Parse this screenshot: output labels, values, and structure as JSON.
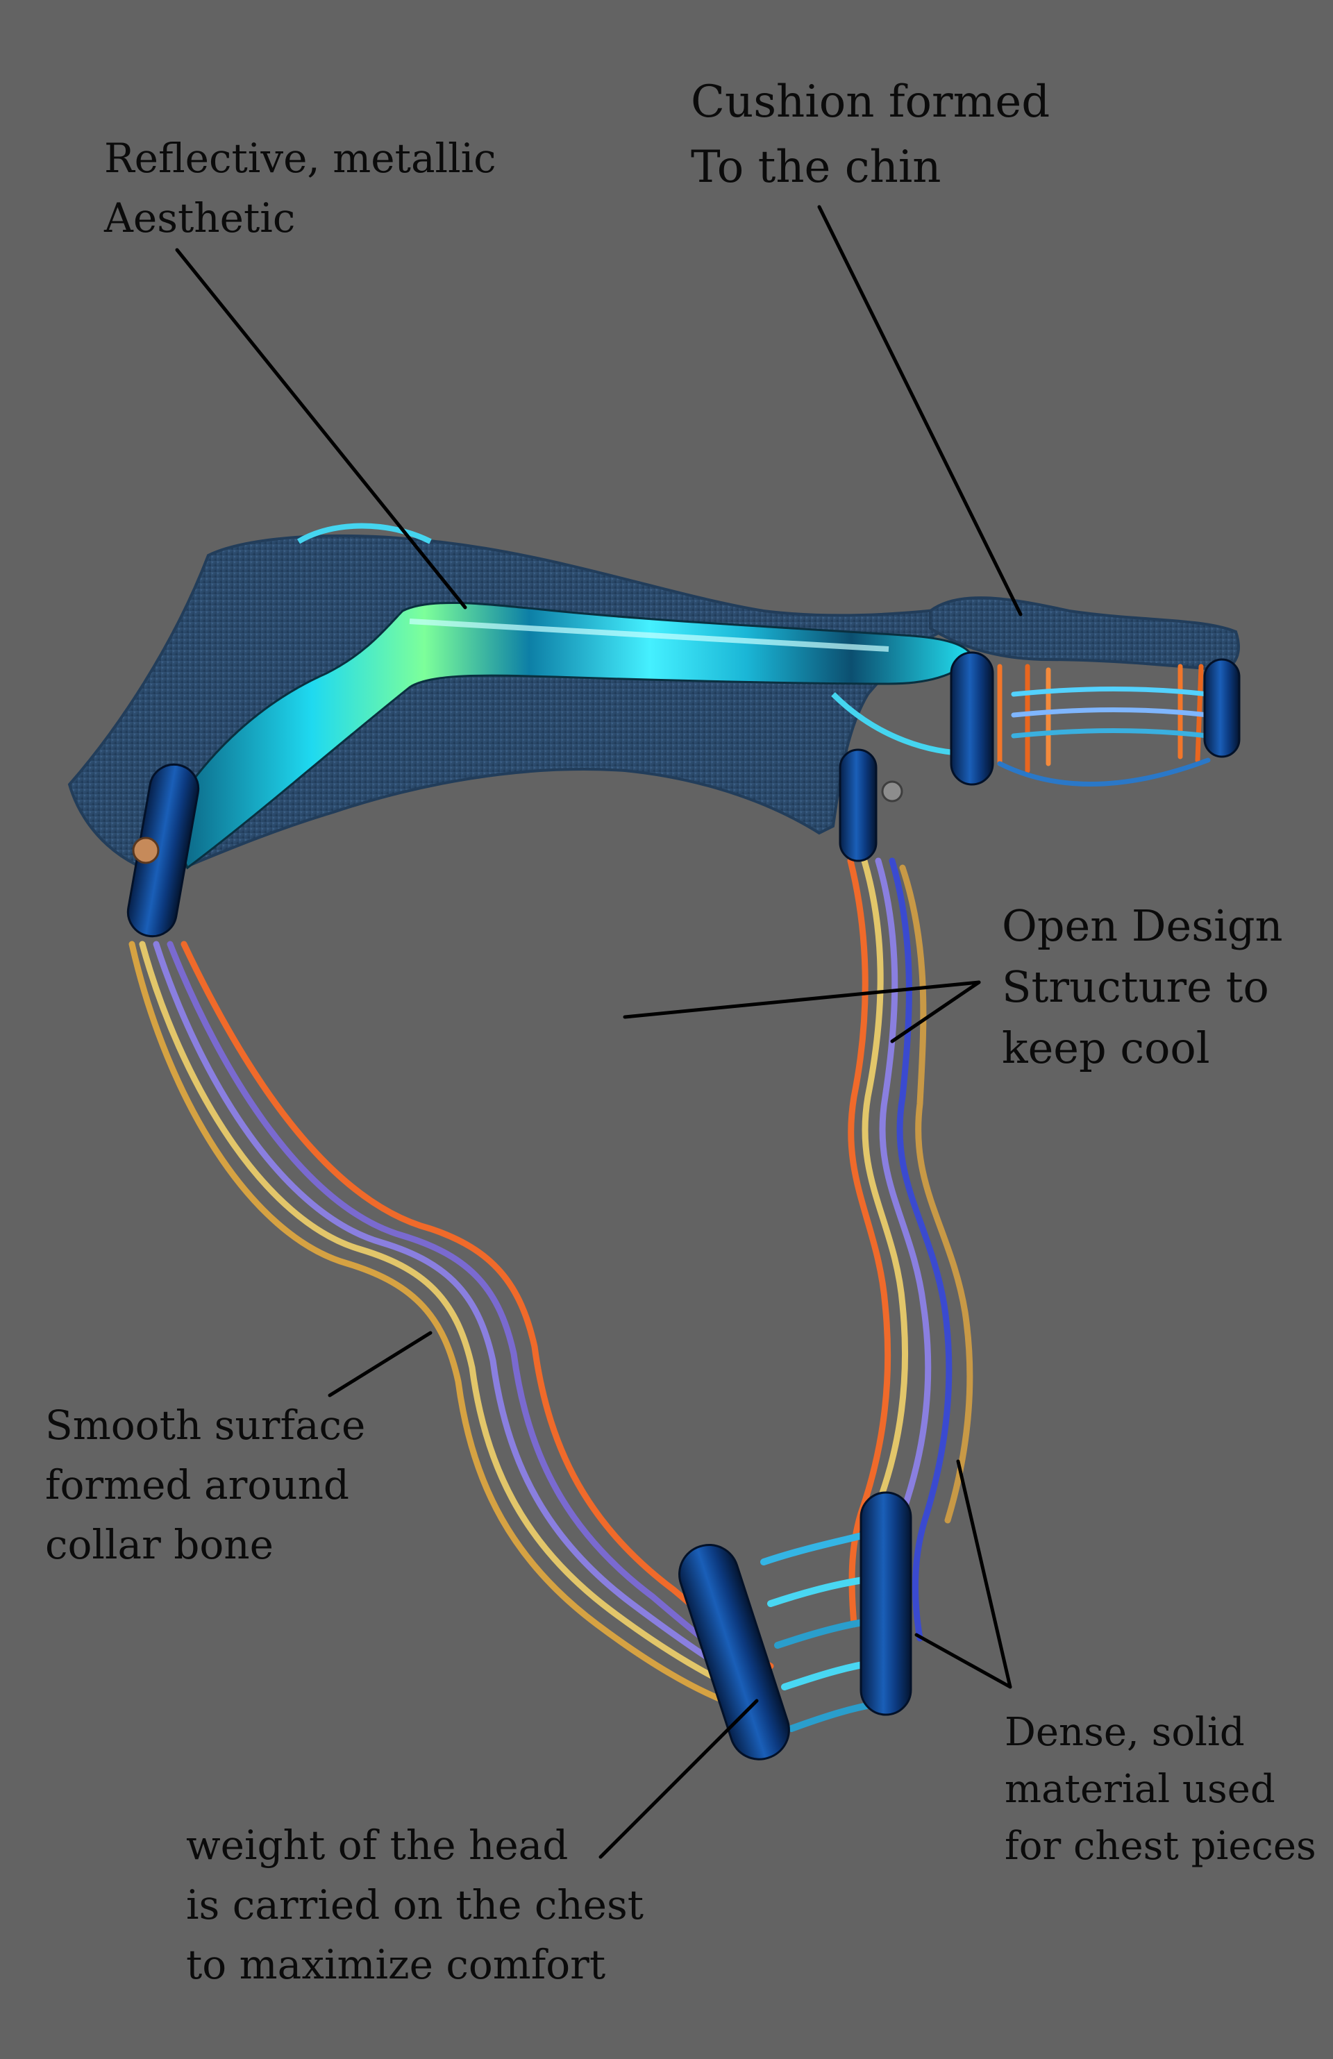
{
  "colors": {
    "background": "#636363",
    "text": "#0b0b0b",
    "cushion": "#2d4c6d",
    "metal": "#22e6f0",
    "pad": "#0d3e86",
    "accent_orange": "#f2762a"
  },
  "callouts": {
    "reflective": {
      "line1": "Reflective, metallic",
      "line2": "Aesthetic"
    },
    "cushion": {
      "line1": "Cushion formed",
      "line2": "To the chin"
    },
    "open_design": {
      "line1": "Open Design",
      "line2": "Structure to",
      "line3": "keep cool"
    },
    "smooth_surface": {
      "line1": "Smooth surface",
      "line2": "formed around",
      "line3": "collar bone"
    },
    "dense_material": {
      "line1": "Dense, solid",
      "line2": "material used",
      "line3": "for chest pieces"
    },
    "weight": {
      "line1": "weight of the head",
      "line2": "is carried on the chest",
      "line3": "to maximize comfort"
    }
  }
}
